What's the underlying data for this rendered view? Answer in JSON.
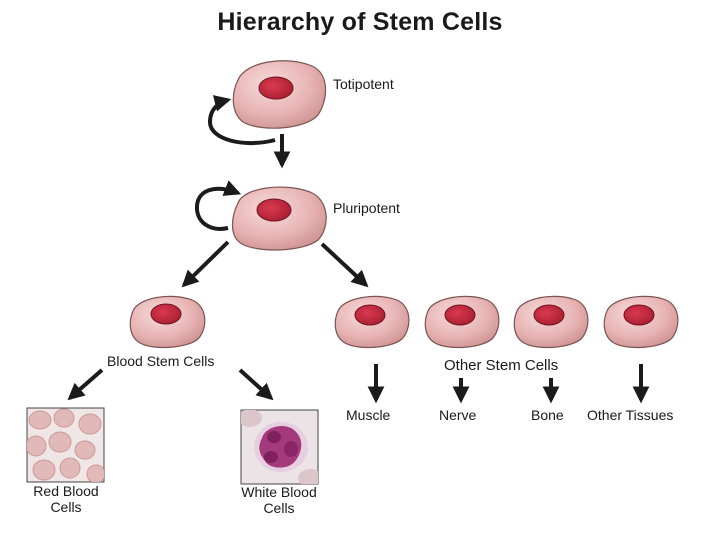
{
  "title": "Hierarchy of Stem Cells",
  "cells": {
    "totipotent": "Totipotent",
    "pluripotent": "Pluripotent",
    "blood": "Blood Stem Cells",
    "other": "Other Stem Cells"
  },
  "outputs": {
    "muscle": "Muscle",
    "nerve": "Nerve",
    "bone": "Bone",
    "other_tissues": "Other Tissues",
    "red_blood_line1": "Red Blood",
    "red_blood_line2": "Cells",
    "white_blood_line1": "White Blood",
    "white_blood_line2": "Cells"
  },
  "colors": {
    "cell_fill": "#ecbcbc",
    "cell_edge": "#7a5454",
    "nucleus": "#c8253d",
    "arrow": "#1b1b1b"
  }
}
